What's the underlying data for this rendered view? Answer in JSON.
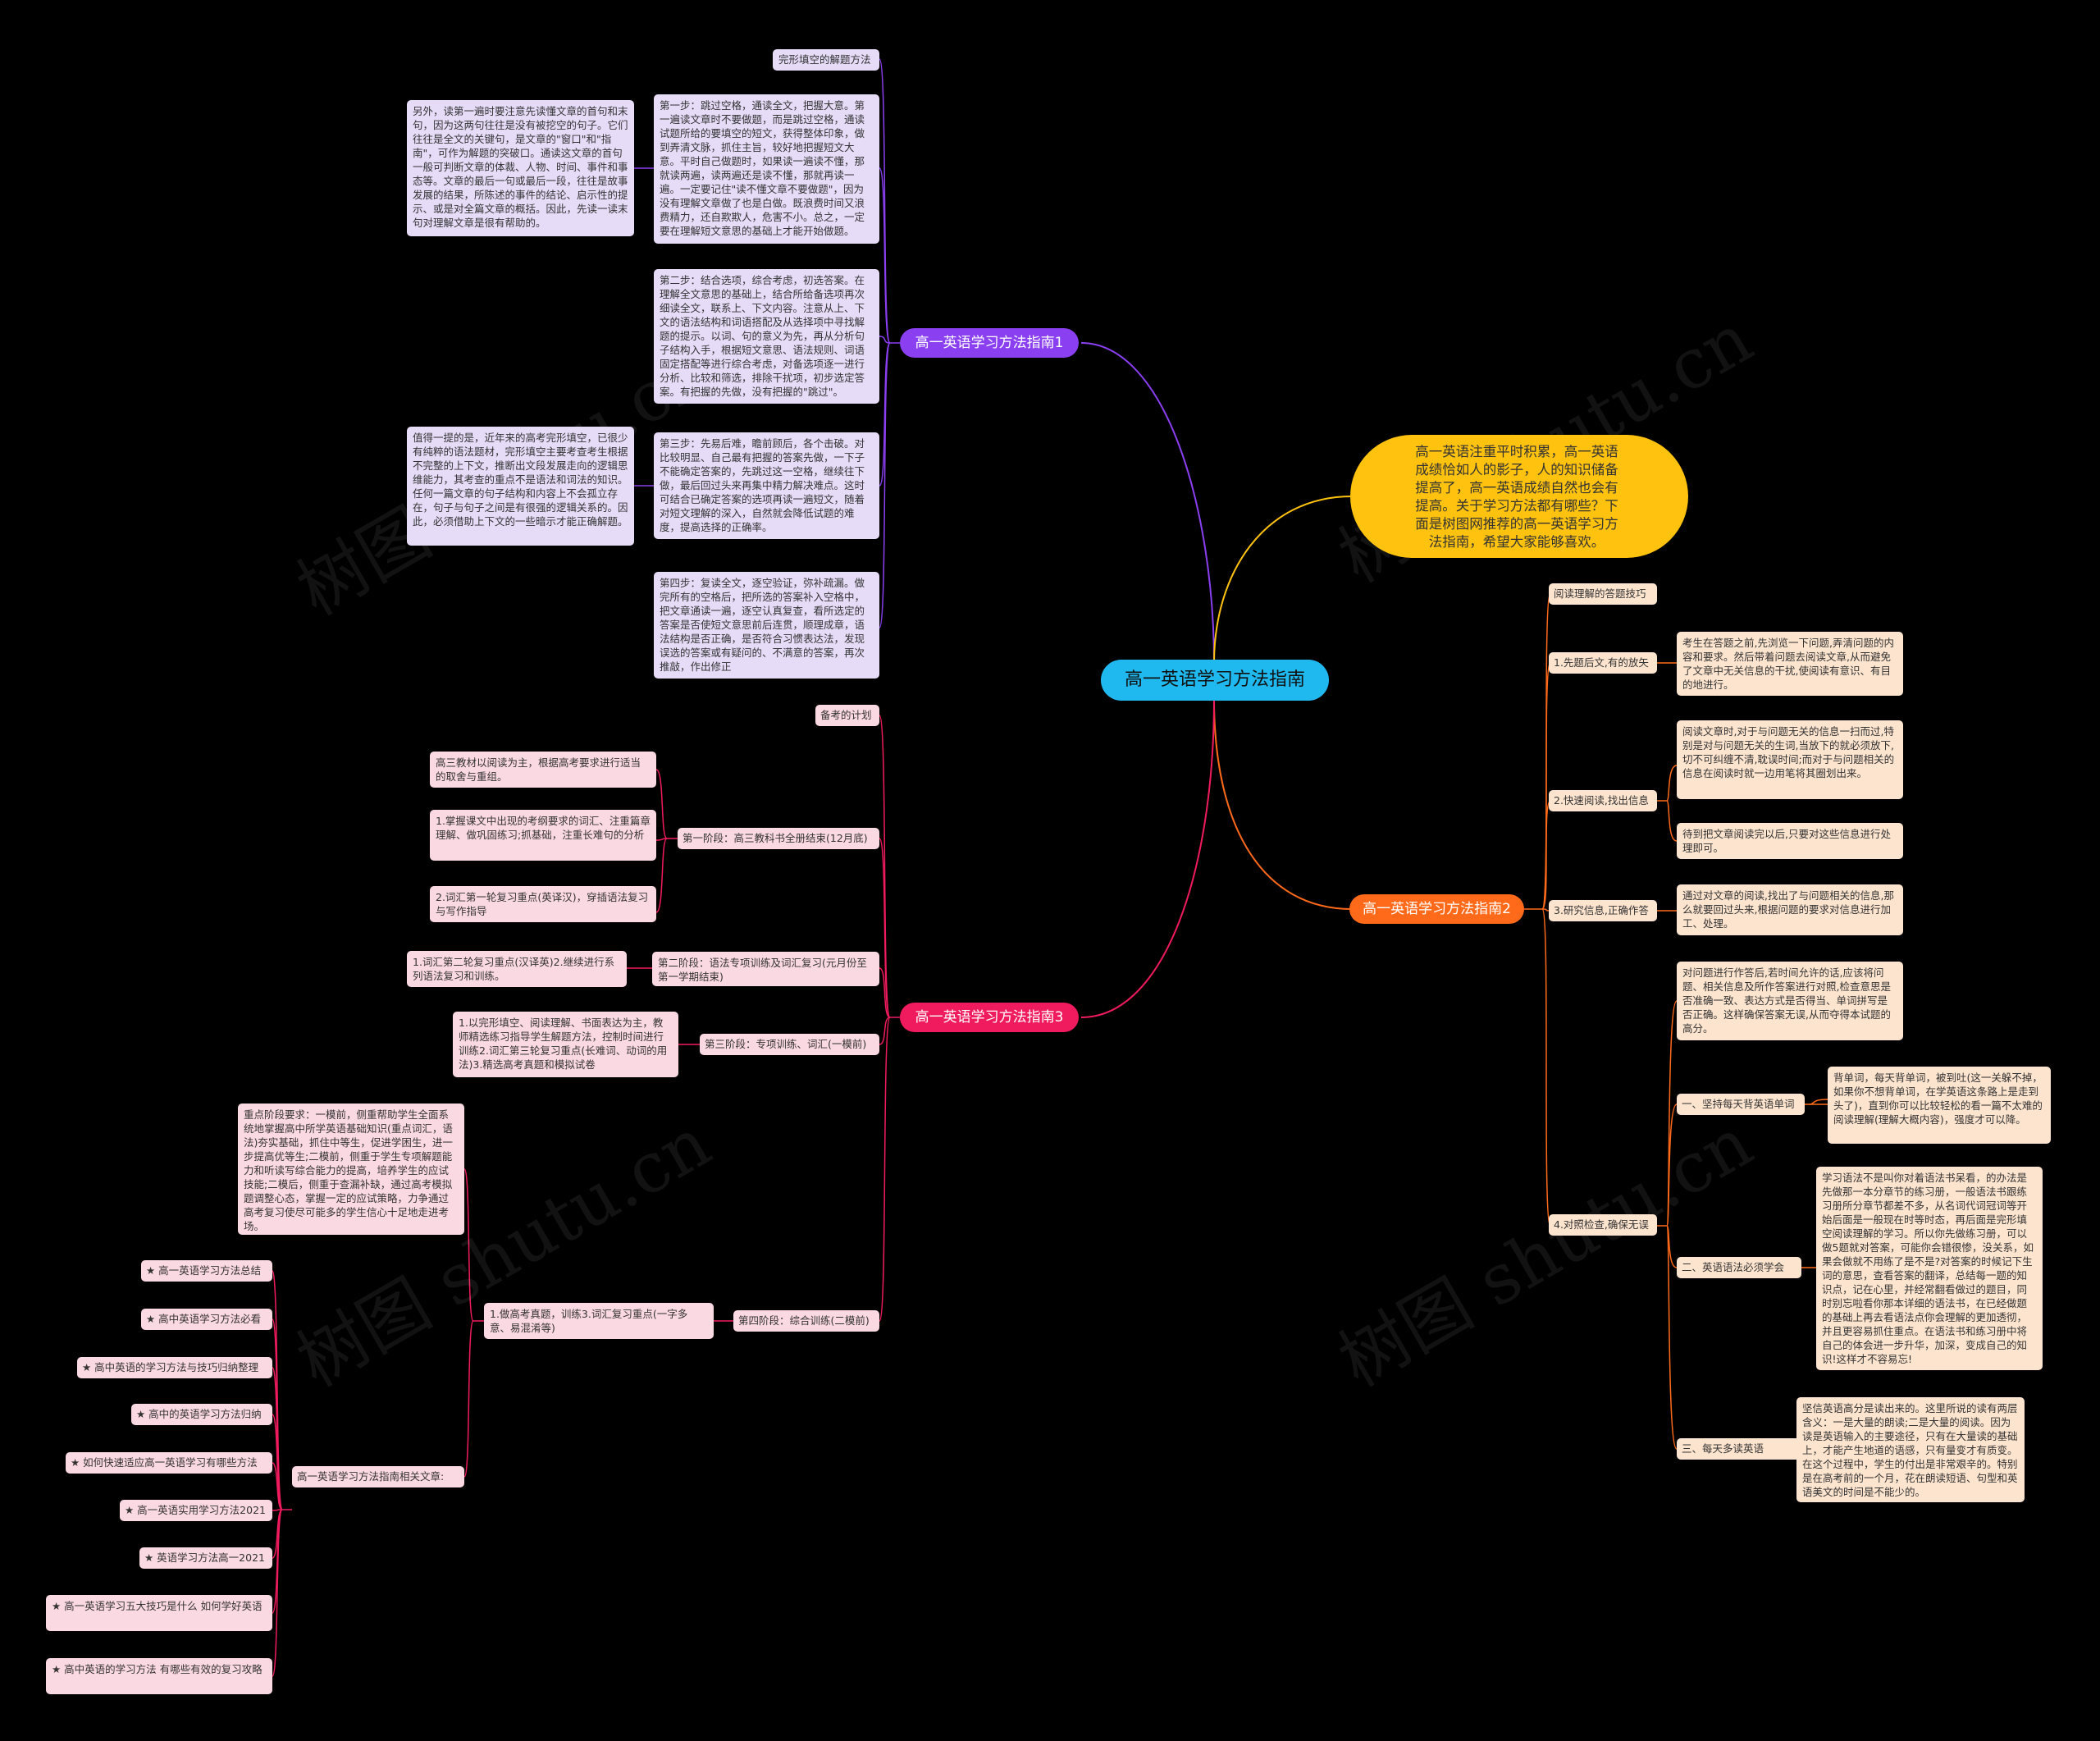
{
  "colors": {
    "background": "#000000",
    "center": "#1fb9ef",
    "branch1": "#8a3ff0",
    "branch2": "#ff6a1a",
    "branch3": "#f01b5e",
    "intro": "#ffc20e",
    "branch1_leaf": "#e6dcf8",
    "branch2_leaf": "#fde4cf",
    "branch3_leaf": "#fbd9e3"
  },
  "watermarks": [
    "树图 shutu.cn",
    "树图 shutu.cn",
    "树图 shutu.cn",
    "树图 shutu.cn"
  ],
  "center": "高一英语学习方法指南",
  "intro": "高一英语注重平时积累，高一英语成绩恰如人的影子，人的知识储备提高了，高一英语成绩自然也会有提高。关于学习方法都有哪些？下面是树图网推荐的高一英语学习方法指南，希望大家能够喜欢。",
  "branch1": {
    "label": "高一英语学习方法指南1",
    "title_leaf": "完形填空的解题方法",
    "step1": "第一步：跳过空格，通读全文，把握大意。第一遍读文章时不要做题，而是跳过空格，通读试题所给的要填空的短文，获得整体印象，做到弄清文脉，抓住主旨，较好地把握短文大意。平时自己做题时，如果读一遍读不懂，那就读两遍，读两遍还是读不懂，那就再读一遍。一定要记住\"读不懂文章不要做题\"，因为没有理解文章做了也是白做。既浪费时间又浪费精力，还自欺欺人，危害不小。总之，一定要在理解短文意思的基础上才能开始做题。",
    "step1_note": "另外，读第一遍时要注意先读懂文章的首句和末句，因为这两句往往是没有被挖空的句子。它们往往是全文的关键句，是文章的\"窗口\"和\"指南\"，可作为解题的突破口。通读这文章的首句一般可判断文章的体裁、人物、时间、事件和事态等。文章的最后一句或最后一段，往往是故事发展的结果，所陈述的事件的结论、启示性的提示、或是对全篇文章的概括。因此，先读一读末句对理解文章是很有帮助的。",
    "step2": "第二步：结合选项，综合考虑，初选答案。在理解全文意思的基础上，结合所给备选项再次细读全文，联系上、下文内容。注意从上、下文的语法结构和词语搭配及从选择项中寻找解题的提示。以词、句的意义为先，再从分析句子结构入手，根据短文意思、语法规则、词语固定搭配等进行综合考虑，对备选项逐一进行分析、比较和筛选，排除干扰项，初步选定答案。有把握的先做，没有把握的\"跳过\"。",
    "step3": "第三步：先易后难，瞻前顾后，各个击破。对比较明显、自己最有把握的答案先做，一下子不能确定答案的，先跳过这一空格，继续往下做，最后回过头来再集中精力解决难点。这时可结合已确定答案的选项再读一遍短文，随着对短文理解的深入，自然就会降低试题的难度，提高选择的正确率。",
    "step3_note": "值得一提的是，近年来的高考完形填空，已很少有纯粹的语法题材，完形填空主要考查考生根据不完整的上下文，推断出文段发展走向的逻辑思维能力，其考查的重点不是语法和词法的知识。任何一篇文章的句子结构和内容上不会孤立存在，句子与句子之间是有很强的逻辑关系的。因此，必须借助上下文的一些暗示才能正确解题。",
    "step4": "第四步：复读全文，逐空验证，弥补疏漏。做完所有的空格后，把所选的答案补入空格中，把文章通读一遍，逐空认真复查，看所选定的答案是否使短文意思前后连贯，顺理成章，语法结构是否正确，是否符合习惯表达法，发现误选的答案或有疑问的、不满意的答案，再次推敲，作出修正"
  },
  "branch2": {
    "label": "高一英语学习方法指南2",
    "title_leaf": "阅读理解的答题技巧",
    "item1": {
      "label": "1.先题后文,有的放矢",
      "detail": "考生在答题之前,先浏览一下问题,弄清问题的内容和要求。然后带着问题去阅读文章,从而避免了文章中无关信息的干扰,使阅读有意识、有目的地进行。"
    },
    "item2": {
      "label": "2.快速阅读,找出信息",
      "detail_a": "阅读文章时,对于与问题无关的信息一扫而过,特别是对与问题无关的生词,当放下的就必须放下,切不可纠缠不清,耽误时间;而对于与问题相关的信息在阅读时就一边用笔将其圈划出来。",
      "detail_b": "待到把文章阅读完以后,只要对这些信息进行处理即可。"
    },
    "item3": {
      "label": "3.研究信息,正确作答",
      "detail": "通过对文章的阅读,找出了与问题相关的信息,那么就要回过头来,根据问题的要求对信息进行加工、处理。"
    },
    "item4": {
      "label": "4.对照检查,确保无误",
      "detail": "对问题进行作答后,若时间允许的话,应该将问题、相关信息及所作答案进行对照,检查意思是否准确一致、表达方式是否得当、单词拼写是否正确。这样确保答案无误,从而夺得本试题的高分。",
      "sub1": {
        "label": "一、坚持每天背英语单词",
        "detail": "背单词，每天背单词，被到吐(这一关躲不掉，如果你不想背单词，在学英语这条路上是走到头了)，直到你可以比较轻松的看一篇不太难的阅读理解(理解大概内容)，强度才可以降。"
      },
      "sub2": {
        "label": "二、英语语法必须学会",
        "detail": "学习语法不是叫你对着语法书呆看，的办法是先做那一本分章节的练习册，一般语法书跟练习册所分章节都差不多，从名词代词冠词等开始后面是一般现在时等时态，再后面是完形填空阅读理解的学习。所以你先做练习册，可以做5题就对答案，可能你会错很惨，没关系，如果会做就不用练了是不是?对答案的时候记下生词的意思，查看答案的翻译，总结每一题的知识点，记在心里，并经常翻看做过的题目，同时别忘啦看你那本详细的语法书，在已经做题的基础上再去看语法点你会理解的更加透彻，并且更容易抓住重点。在语法书和练习册中将自己的体会进一步升华，加深，变成自己的知识!这样才不容易忘!"
      },
      "sub3": {
        "label": "三、每天多读英语",
        "detail": "坚信英语高分是读出来的。这里所说的读有两层含义：一是大量的朗读;二是大量的阅读。因为读是英语输入的主要途径，只有在大量读的基础上，才能产生地道的语感，只有量变才有质变。在这个过程中，学生的付出是非常艰辛的。特别是在高考前的一个月，花在朗读短语、句型和英语美文的时间是不能少的。"
      }
    }
  },
  "branch3": {
    "label": "高一英语学习方法指南3",
    "title_leaf": "备考的计划",
    "phase1": {
      "label": "第一阶段：高三教科书全册结束(12月底)",
      "items": [
        "高三教材以阅读为主，根据高考要求进行适当的取舍与重组。",
        "1.掌握课文中出现的考纲要求的词汇、注重篇章理解、做巩固练习;抓基础，注重长难句的分析",
        "2.词汇第一轮复习重点(英译汉)，穿插语法复习与写作指导"
      ]
    },
    "phase2": {
      "label": "第二阶段：语法专项训练及词汇复习(元月份至第一学期结束)",
      "detail": "1.词汇第二轮复习重点(汉译英)2.继续进行系列语法复习和训练。"
    },
    "phase3": {
      "label": "第三阶段：专项训练、词汇(一模前)",
      "detail": "1.以完形填空、阅读理解、书面表达为主，教师精选练习指导学生解题方法，控制时间进行训练2.词汇第三轮复习重点(长难词、动词的用法)3.精选高考真题和模拟试卷"
    },
    "phase4": {
      "label": "第四阶段：综合训练(二模前)",
      "sub": "1.做高考真题，训练3.词汇复习重点(一字多意、易混淆等)",
      "detail": "重点阶段要求：一模前，侧重帮助学生全面系统地掌握高中所学英语基础知识(重点词汇，语法)夯实基础，抓住中等生，促进学困生，进一步提高优等生;二模前，侧重于学生专项解题能力和听读写综合能力的提高，培养学生的应试技能;二模后，侧重于查漏补缺，通过高考模拟题调整心态，掌握一定的应试策略，力争通过高考复习使尽可能多的学生信心十足地走进考场。",
      "related_label": "高一英语学习方法指南相关文章:",
      "related": [
        "★ 高一英语学习方法总结",
        "★ 高中英语学习方法必看",
        "★ 高中英语的学习方法与技巧归纳整理",
        "★ 高中的英语学习方法归纳",
        "★ 如何快速适应高一英语学习有哪些方法",
        "★ 高一英语实用学习方法2021",
        "★ 英语学习方法高一2021",
        "★ 高一英语学习五大技巧是什么 如何学好英语",
        "★ 高中英语的学习方法 有哪些有效的复习攻略"
      ]
    }
  }
}
